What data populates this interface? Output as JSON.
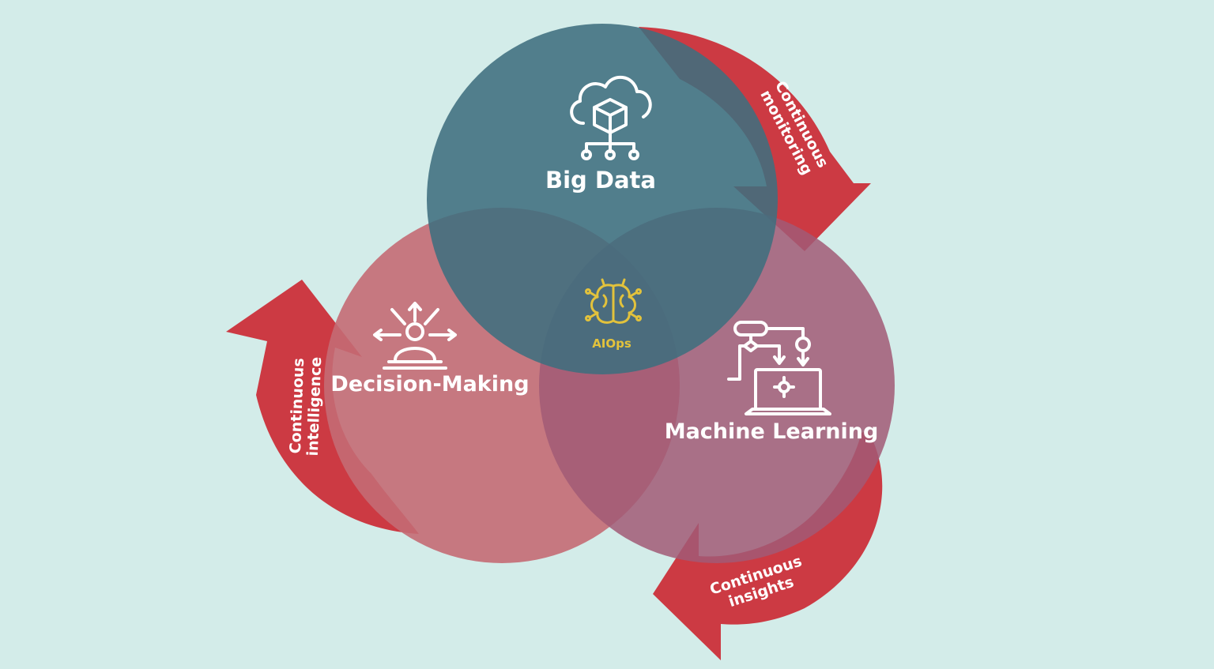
{
  "diagram": {
    "circles": [
      {
        "id": "big-data",
        "label": "Big Data",
        "icon": "cloud-data-icon",
        "color": "#3f6e7e"
      },
      {
        "id": "decision-making",
        "label": "Decision-Making",
        "icon": "person-decision-icon",
        "color": "#c46b74"
      },
      {
        "id": "machine-learning",
        "label": "Machine Learning",
        "icon": "ml-laptop-icon",
        "color": "#a15a75"
      }
    ],
    "center": {
      "label": "AIOps",
      "icon": "brain-circuit-icon",
      "color": "#e2c23c"
    },
    "arrows": [
      {
        "id": "monitoring",
        "lines": [
          "Continuous",
          "monitoring"
        ],
        "color": "#cc3a43"
      },
      {
        "id": "insights",
        "lines": [
          "Continuous",
          "insights"
        ],
        "color": "#cc3a43"
      },
      {
        "id": "intelligence",
        "lines": [
          "Continuous",
          "intelligence"
        ],
        "color": "#cc3a43"
      }
    ],
    "background": "#d3ece9"
  }
}
